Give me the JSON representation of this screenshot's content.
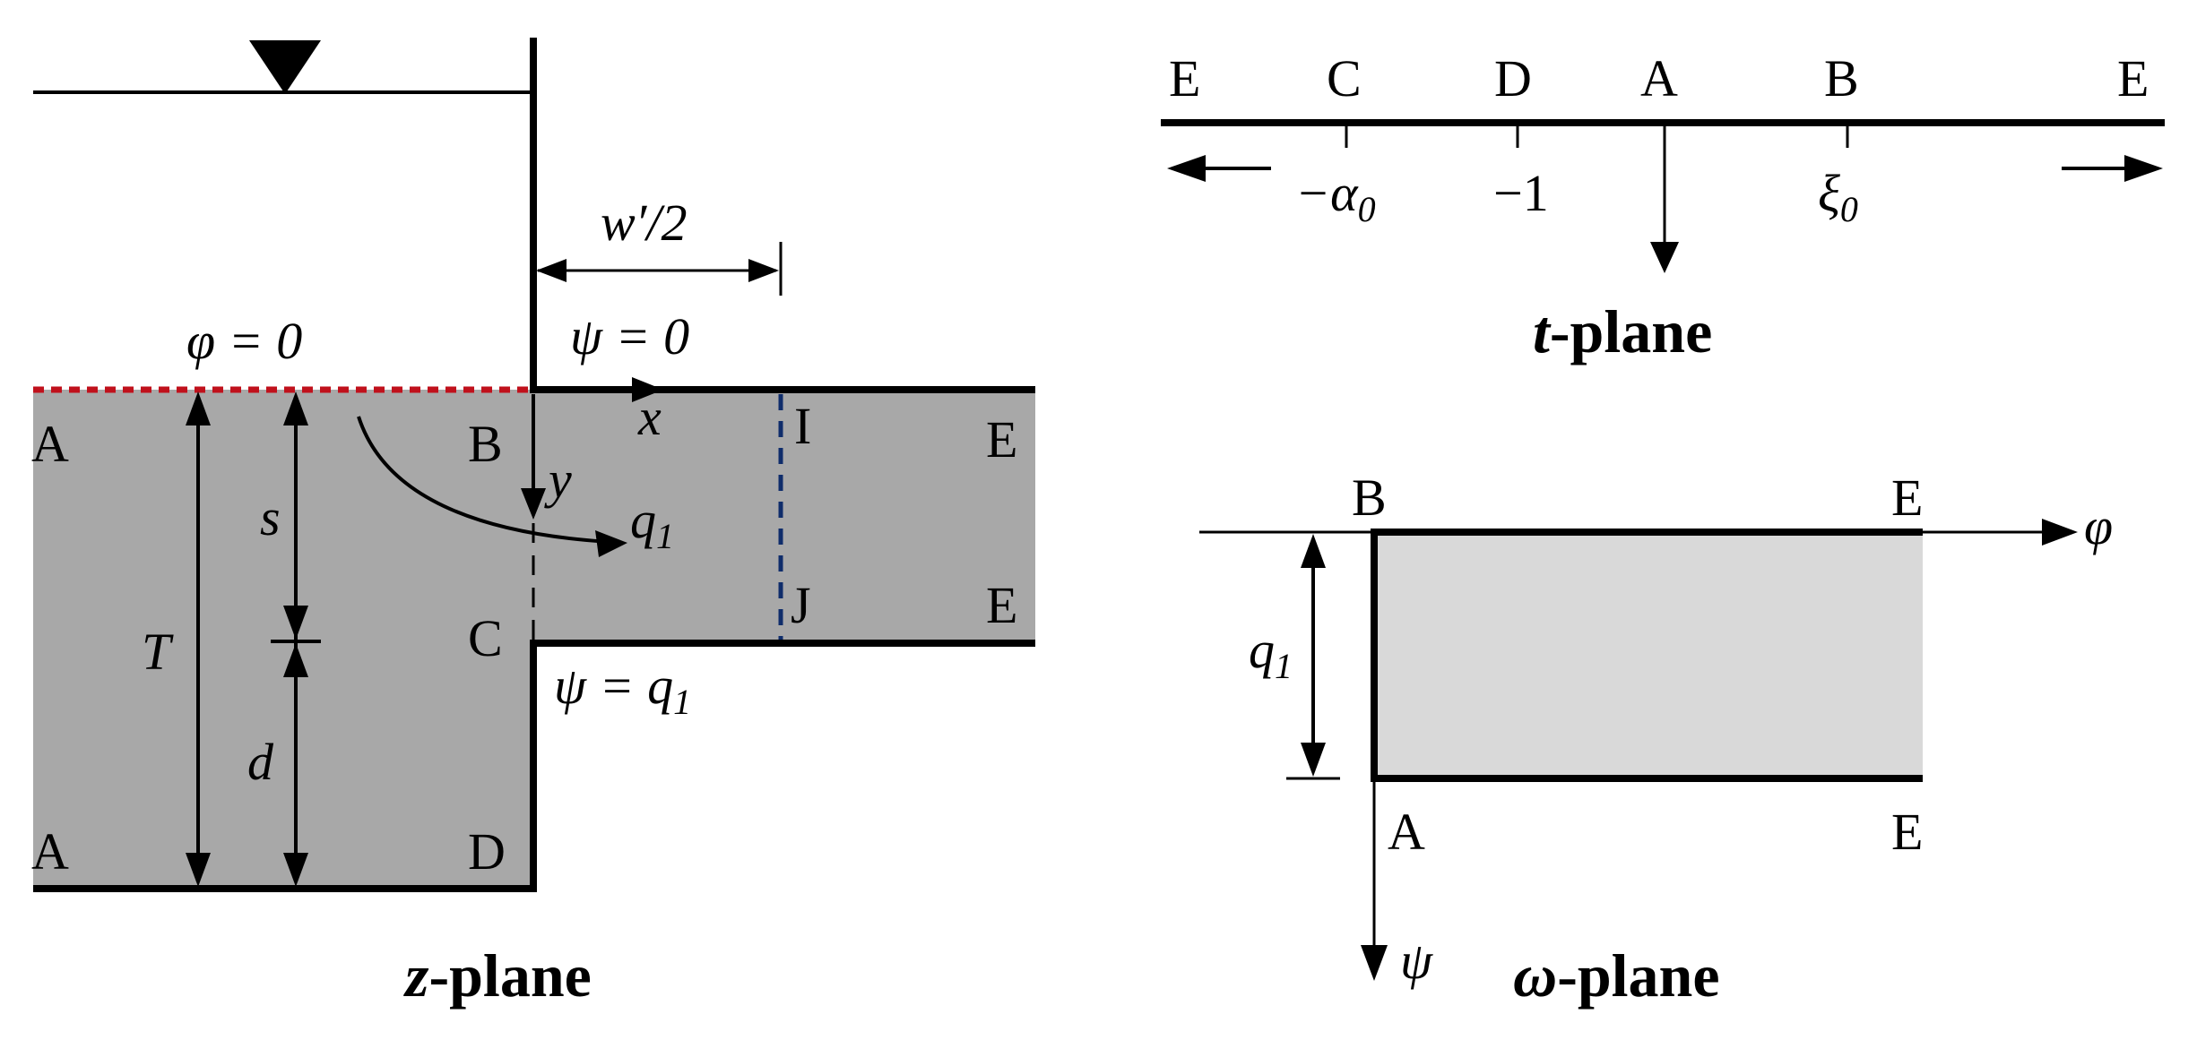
{
  "z_plane": {
    "caption_var": "z",
    "caption_rest": "-plane",
    "phi_label": "φ = 0",
    "psi0_label": "ψ = 0",
    "psiq_label_main": "ψ = q",
    "psiq_label_sub": "1",
    "width_label": "w′/2",
    "x_axis": "x",
    "y_axis": "y",
    "flow_main": "q",
    "flow_sub": "1",
    "dim_s": "s",
    "dim_T": "T",
    "dim_d": "d",
    "points": {
      "A_top": "A",
      "A_bottom": "A",
      "B": "B",
      "C": "C",
      "D": "D",
      "I": "I",
      "J": "J",
      "E_top": "E",
      "E_mid": "E"
    },
    "colors": {
      "fill": "#a8a8a8",
      "phi_line": "#c0111c",
      "ij_line": "#0f2d6b"
    }
  },
  "t_plane": {
    "caption_var": "t",
    "caption_rest": "-plane",
    "points": [
      "E",
      "C",
      "D",
      "A",
      "B",
      "E"
    ],
    "tick_minus_alpha_main": "−α",
    "tick_minus_alpha_sub": "0",
    "tick_minus_one": "−1",
    "tick_xi_main": "ξ",
    "tick_xi_sub": "0"
  },
  "omega_plane": {
    "caption_var": "ω",
    "caption_rest": "-plane",
    "phi_axis": "φ",
    "psi_axis": "ψ",
    "height_main": "q",
    "height_sub": "1",
    "points": {
      "B": "B",
      "E_top": "E",
      "A": "A",
      "E_bottom": "E"
    },
    "colors": {
      "fill": "#d9d9d9"
    }
  }
}
